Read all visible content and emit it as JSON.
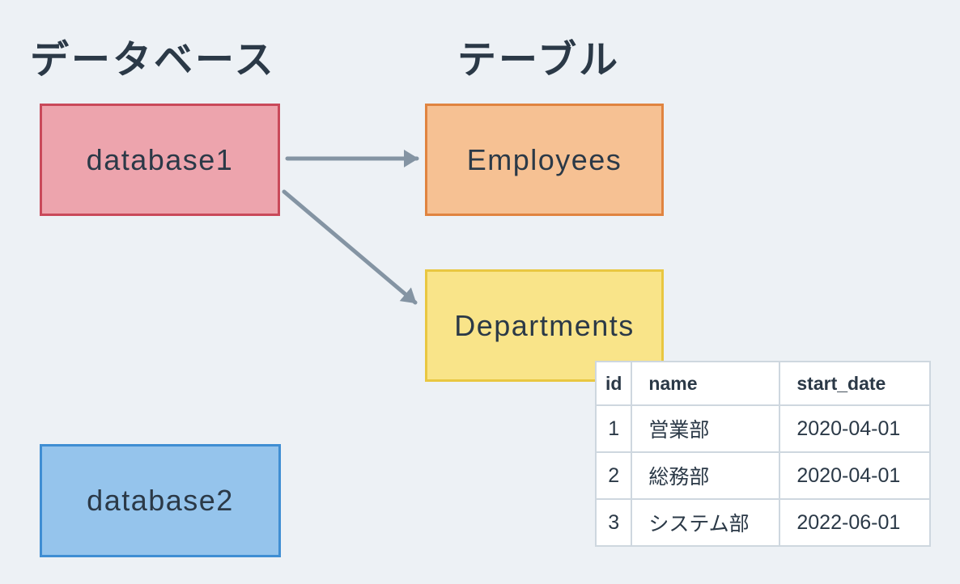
{
  "page": {
    "background": "#edf1f5",
    "text_color": "#2b3947",
    "arrow_color": "#8494a3"
  },
  "headings": {
    "database_section": "データベース",
    "table_section": "テーブル"
  },
  "nodes": {
    "database1": {
      "label": "database1",
      "fill": "#eda4ad",
      "border": "#c9495a"
    },
    "database2": {
      "label": "database2",
      "fill": "#95c4ec",
      "border": "#3f8ed3"
    },
    "employees": {
      "label": "Employees",
      "fill": "#f6c193",
      "border": "#e08440"
    },
    "departments": {
      "label": "Departments",
      "fill": "#f9e489",
      "border": "#e9c741"
    }
  },
  "connections": [
    {
      "from": "database1",
      "to": "Employees"
    },
    {
      "from": "database1",
      "to": "Departments"
    }
  ],
  "departments_table": {
    "columns": [
      "id",
      "name",
      "start_date"
    ],
    "rows": [
      [
        "1",
        "営業部",
        "2020-04-01"
      ],
      [
        "2",
        "総務部",
        "2020-04-01"
      ],
      [
        "3",
        "システム部",
        "2022-06-01"
      ]
    ],
    "border_outer": "#b5c0cb",
    "border_inner": "#ced7df"
  }
}
